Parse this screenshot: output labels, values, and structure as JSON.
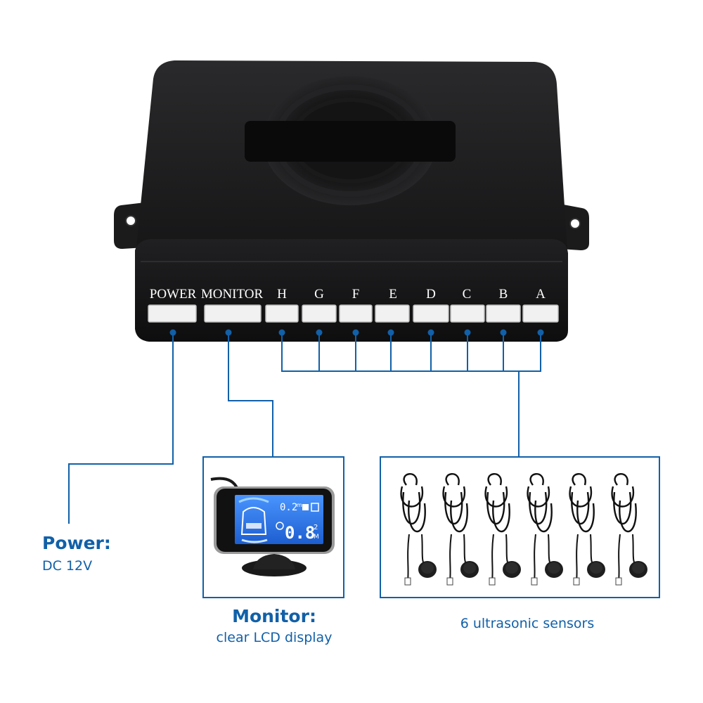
{
  "unit": {
    "ports": [
      "POWER",
      "MONITOR",
      "H",
      "G",
      "F",
      "E",
      "D",
      "C",
      "B",
      "A"
    ]
  },
  "display": {
    "top_reading": "0.2",
    "top_reading_small": "m",
    "main_reading": "0.8",
    "main_reading_small": "2",
    "main_unit": "M"
  },
  "callouts": {
    "power_title": "Power:",
    "power_sub": "DC 12V",
    "monitor_title": "Monitor:",
    "monitor_sub": "clear LCD display",
    "sensors_title": "6 ultrasonic sensors"
  },
  "colors": {
    "accent": "#1160a8",
    "unit_body": "#1c1c1e",
    "lcd_blue": "#2f7cf0"
  },
  "icons": [
    "control-unit",
    "lcd-monitor",
    "ultrasonic-sensor"
  ]
}
